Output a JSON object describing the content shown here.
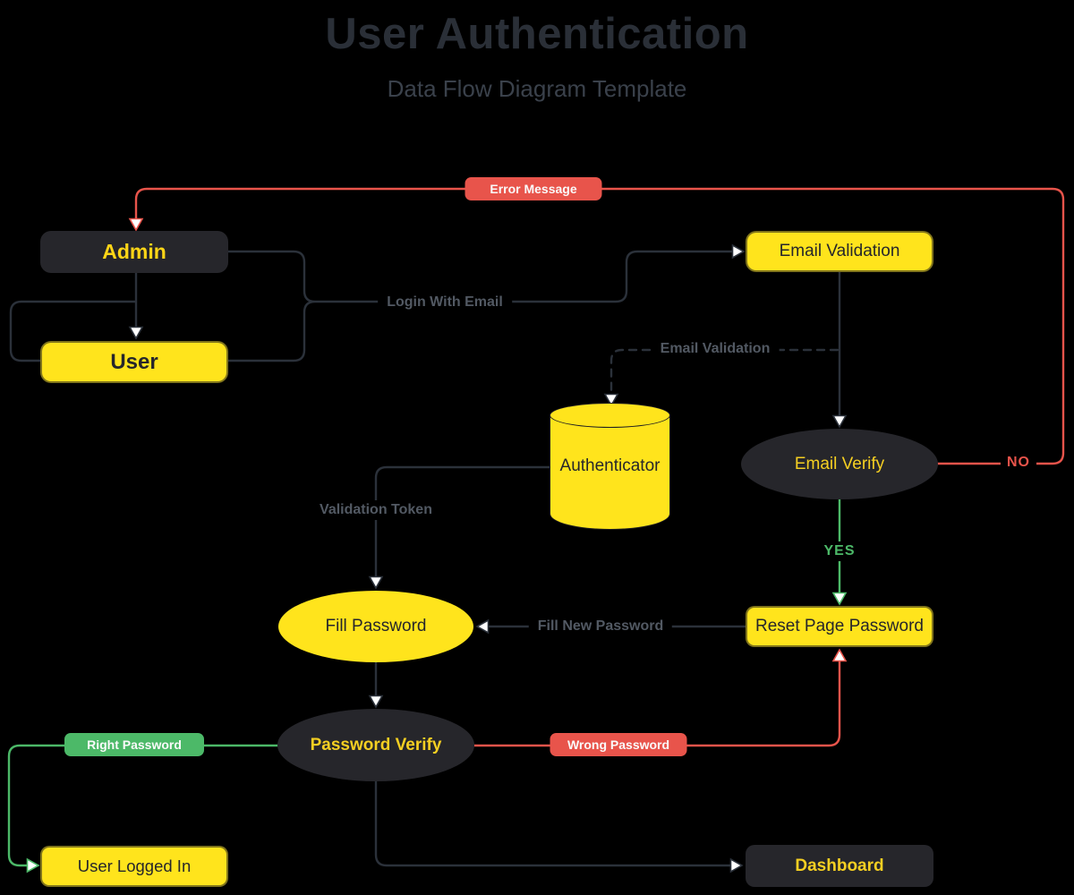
{
  "title": "User Authentication",
  "subtitle": "Data Flow Diagram Template",
  "colors": {
    "background": "#000000",
    "node_yellow": "#FFE41C",
    "node_dark": "#26262B",
    "accent_red": "#E8544B",
    "accent_green": "#4CB968",
    "edge_dark": "#2B313A",
    "label_gray": "#525963",
    "title_color": "#2A2F37",
    "subtitle_color": "#3A414B",
    "yellow_text": "#F5CF22"
  },
  "nodes": {
    "admin": {
      "label": "Admin",
      "shape": "rectangle",
      "style": "dark"
    },
    "user": {
      "label": "User",
      "shape": "rectangle",
      "style": "yellow"
    },
    "email_validation": {
      "label": "Email Validation",
      "shape": "rectangle",
      "style": "yellow"
    },
    "authenticator": {
      "label": "Authenticator",
      "shape": "cylinder",
      "style": "yellow"
    },
    "email_verify": {
      "label": "Email Verify",
      "shape": "ellipse",
      "style": "dark"
    },
    "reset_page_password": {
      "label": "Reset Page Password",
      "shape": "rectangle",
      "style": "yellow"
    },
    "fill_password": {
      "label": "Fill Password",
      "shape": "ellipse",
      "style": "yellow"
    },
    "password_verify": {
      "label": "Password Verify",
      "shape": "ellipse",
      "style": "dark"
    },
    "user_logged_in": {
      "label": "User Logged In",
      "shape": "rectangle",
      "style": "yellow"
    },
    "dashboard": {
      "label": "Dashboard",
      "shape": "rectangle",
      "style": "dark"
    }
  },
  "edge_labels": {
    "error_message": "Error Message",
    "login_with_email": "Login With Email",
    "email_validation": "Email Validation",
    "validation_token": "Validation Token",
    "fill_new_password": "Fill New Password",
    "no": "NO",
    "yes": "YES",
    "right_password": "Right Password",
    "wrong_password": "Wrong Password"
  }
}
